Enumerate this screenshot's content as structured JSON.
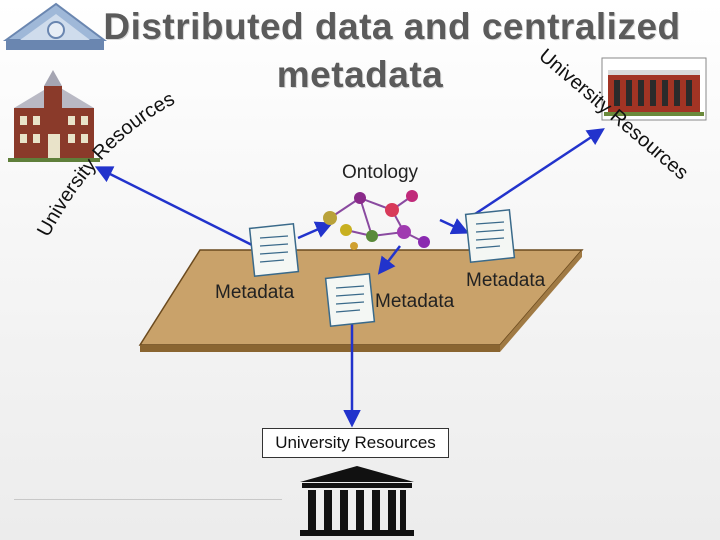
{
  "title": {
    "line1": "Distributed data and centralized",
    "line2": "metadata"
  },
  "labels": {
    "ontology": "Ontology",
    "metadata_left": "Metadata",
    "metadata_center": "Metadata",
    "metadata_right": "Metadata",
    "university_resources_box": "University Resources",
    "curved_left": "University Resources",
    "curved_right": "University Resources"
  },
  "colors": {
    "arrow": "#2233cc",
    "platform": "#c9a26a",
    "title": "#5b5b5b"
  }
}
